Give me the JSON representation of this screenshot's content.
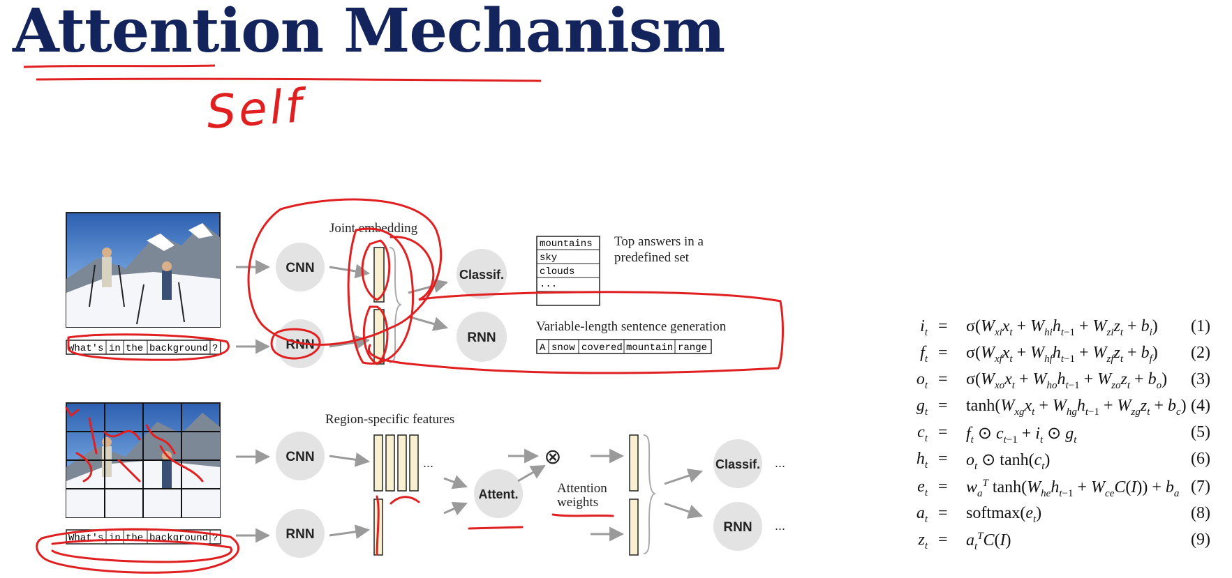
{
  "title": "Attention Mechanism",
  "handwritten_note": "Self",
  "diagram_top": {
    "question_tokens": [
      "What's",
      "in",
      "the",
      "background",
      "?"
    ],
    "cnn_label": "CNN",
    "rnn_label": "RNN",
    "joint_embedding_label": "Joint embedding",
    "classif_label": "Classif.",
    "rnn_out_label": "RNN",
    "answer_list": [
      "mountains",
      "sky",
      "clouds",
      "..."
    ],
    "answer_caption_line1": "Top answers in a",
    "answer_caption_line2": "predefined set",
    "sentence_caption": "Variable-length sentence generation",
    "sentence_tokens": [
      "A",
      "snow",
      "covered",
      "mountain",
      "range"
    ]
  },
  "diagram_bottom": {
    "question_tokens": [
      "What's",
      "in",
      "the",
      "background",
      "?"
    ],
    "cnn_label": "CNN",
    "rnn_label": "RNN",
    "region_features_label": "Region-specific features",
    "ellipsis": "...",
    "attent_label": "Attent.",
    "attention_weights_line1": "Attention",
    "attention_weights_line2": "weights",
    "multiply_symbol": "⊗",
    "classif_label": "Classif.",
    "rnn_out_label": "RNN",
    "out_ellipsis": "..."
  },
  "equation_numbers": [
    "(1)",
    "(2)",
    "(3)",
    "(4)",
    "(5)",
    "(6)",
    "(7)",
    "(8)",
    "(9)"
  ],
  "colors": {
    "title": "#13235b",
    "annotation": "#e02020",
    "node_fill": "#e3e3e3",
    "feature_fill": "#f8f0d0",
    "arrow": "#9a9a9a"
  }
}
